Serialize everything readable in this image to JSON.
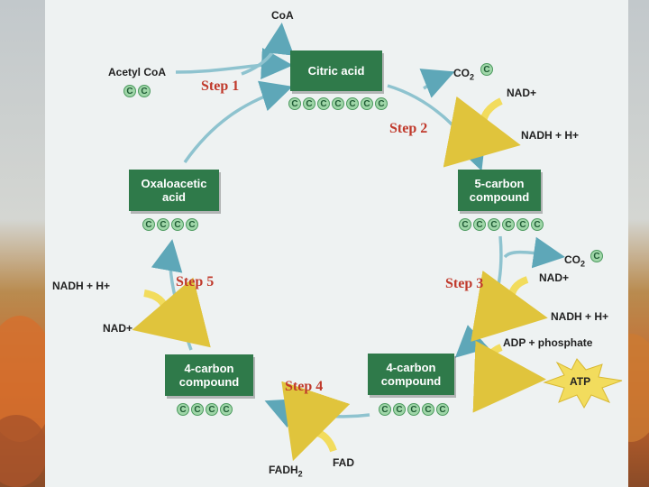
{
  "boxes": {
    "citric": "Citric acid",
    "five_carbon": "5-carbon compound",
    "four_carbon_right": "4-carbon compound",
    "four_carbon_left": "4-carbon compound",
    "oxaloacetic": "Oxaloacetic acid"
  },
  "carbon_letter": "C",
  "steps": {
    "s1": "Step 1",
    "s2": "Step 2",
    "s3": "Step 3",
    "s4": "Step 4",
    "s5": "Step 5"
  },
  "labels": {
    "acetyl_coa": "Acetyl CoA",
    "coa": "CoA",
    "co2_a": "CO",
    "co2_b": "CO",
    "co2_sub": "2",
    "nad_1": "NAD+",
    "nadh_1": "NADH + H+",
    "nad_2": "NAD+",
    "nadh_2": "NADH + H+",
    "adp": "ADP + phosphate",
    "atp": "ATP",
    "fadh2": "FADH",
    "fadh2_sub": "2",
    "fad": "FAD",
    "nadh_3": "NADH + H+",
    "nad_3": "NAD+"
  },
  "colors": {
    "box": "#2f7a4a",
    "arrow": "#8ec3cf",
    "yellow": "#f2dc5d",
    "step": "#c0392b",
    "carbon": "#9fd6a8"
  }
}
